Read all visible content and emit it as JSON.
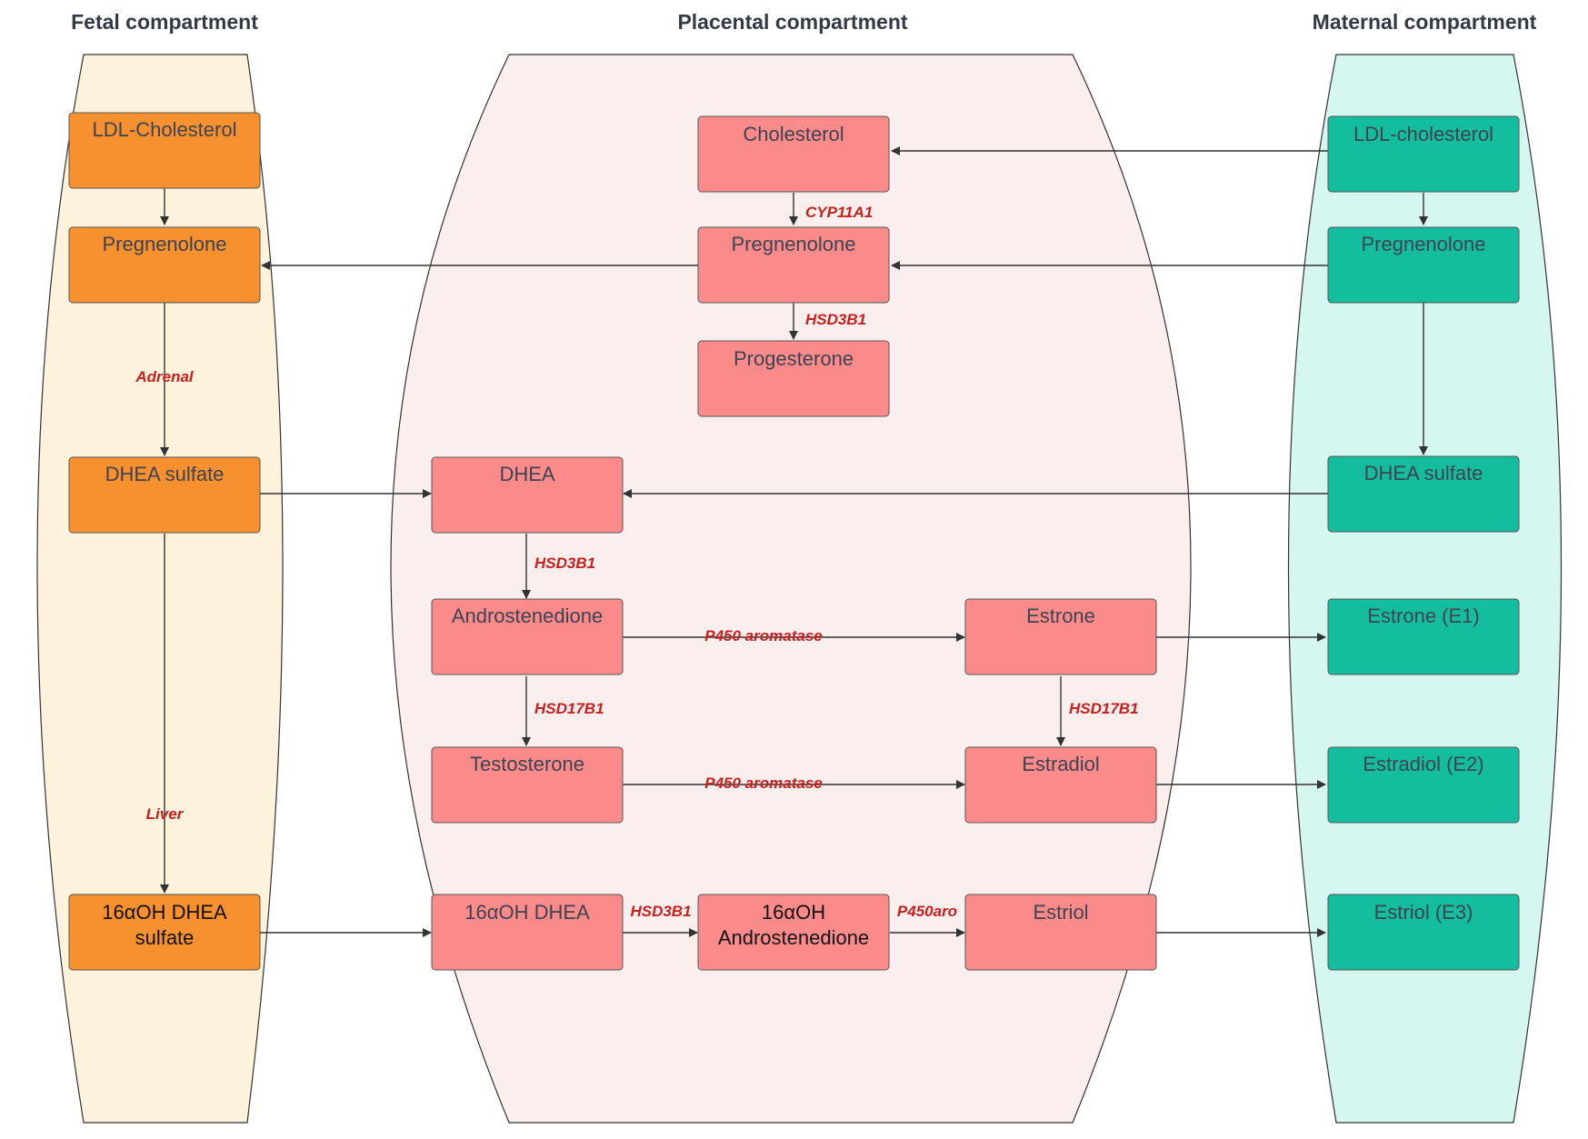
{
  "compartments": {
    "fetal": {
      "title": "Fetal compartment",
      "color": "#fdf3dc"
    },
    "placental": {
      "title": "Placental compartment",
      "color": "#fbefed"
    },
    "maternal": {
      "title": "Maternal compartment",
      "color": "#d6f7f0"
    }
  },
  "colors": {
    "fetal_node": "#f7902e",
    "placental_node": "#fb8b8a",
    "maternal_node": "#14bd9e",
    "edge_label": "#c8201f",
    "arrow": "#333333"
  },
  "nodes": {
    "fetal_ldl": {
      "line1": "LDL-Cholesterol",
      "line2": ""
    },
    "fetal_preg": {
      "line1": "Pregnenolone",
      "line2": ""
    },
    "fetal_dheas": {
      "line1": "DHEA sulfate",
      "line2": ""
    },
    "fetal_16dheas": {
      "line1": "16αOH DHEA",
      "line2": "sulfate"
    },
    "plac_chol": {
      "line1": "Cholesterol",
      "line2": ""
    },
    "plac_preg": {
      "line1": "Pregnenolone",
      "line2": ""
    },
    "plac_prog": {
      "line1": "Progesterone",
      "line2": ""
    },
    "plac_dhea": {
      "line1": "DHEA",
      "line2": ""
    },
    "plac_andro": {
      "line1": "Androstenedione",
      "line2": ""
    },
    "plac_testo": {
      "line1": "Testosterone",
      "line2": ""
    },
    "plac_estrone": {
      "line1": "Estrone",
      "line2": ""
    },
    "plac_estradiol": {
      "line1": "Estradiol",
      "line2": ""
    },
    "plac_16dhea": {
      "line1": "16αOH DHEA",
      "line2": ""
    },
    "plac_16andro": {
      "line1": "16αOH",
      "line2": "Androstenedione"
    },
    "plac_estriol": {
      "line1": "Estriol",
      "line2": ""
    },
    "mat_ldl": {
      "line1": "LDL-cholesterol",
      "line2": ""
    },
    "mat_preg": {
      "line1": "Pregnenolone",
      "line2": ""
    },
    "mat_dheas": {
      "line1": "DHEA sulfate",
      "line2": ""
    },
    "mat_e1": {
      "line1": "Estrone (E1)",
      "line2": ""
    },
    "mat_e2": {
      "line1": "Estradiol (E2)",
      "line2": ""
    },
    "mat_e3": {
      "line1": "Estriol (E3)",
      "line2": ""
    }
  },
  "edge_labels": {
    "adrenal": "Adrenal",
    "liver": "Liver",
    "cyp11a1": "CYP11A1",
    "hsd3b1_preg": "HSD3B1",
    "hsd3b1_dhea": "HSD3B1",
    "hsd17b1_andro": "HSD17B1",
    "hsd17b1_estrone": "HSD17B1",
    "aromatase_andro": "P450 aromatase",
    "aromatase_testo": "P450 aromatase",
    "hsd3b1_16dhea": "HSD3B1",
    "p450aro": "P450aro"
  }
}
